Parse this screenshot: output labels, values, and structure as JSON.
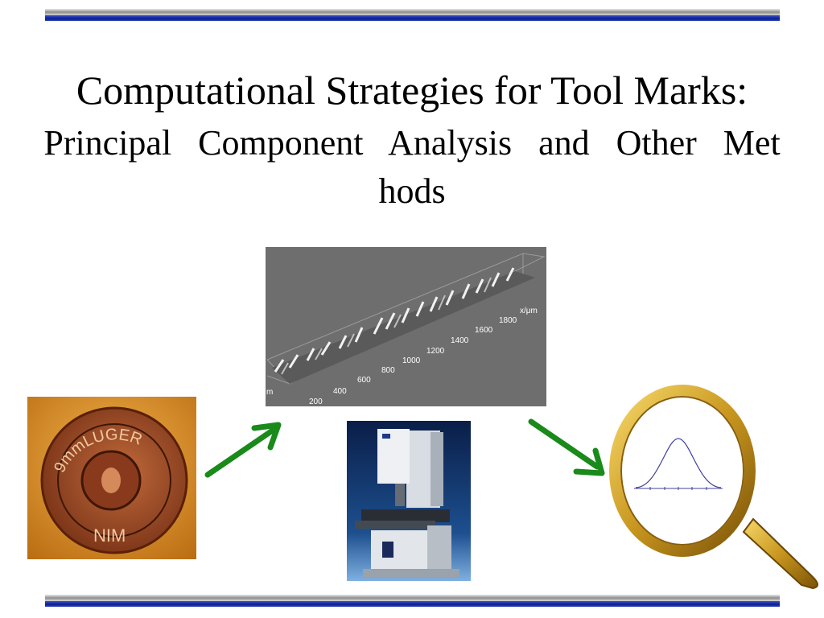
{
  "slide": {
    "title_line1": "Computational Strategies for Tool Marks:",
    "title_line2": "Principal Component Analysis and Other Met",
    "title_line3": "hods"
  },
  "profile_image": {
    "axis_unit": "x/μm",
    "ticks": [
      "200",
      "400",
      "600",
      "800",
      "1000",
      "1200",
      "1400",
      "1600",
      "1800"
    ],
    "edge_label": "m"
  },
  "cartridge_image": {
    "headstamp_top": "9mmLUGER",
    "headstamp_bottom": "NIM"
  },
  "colors": {
    "arrow": "#1a8a1a",
    "bar_blue": "#0b1f8f",
    "bar_silver": "#9a9a9a",
    "magnifier_gold": "#c8961e",
    "curve": "#4040a0"
  }
}
